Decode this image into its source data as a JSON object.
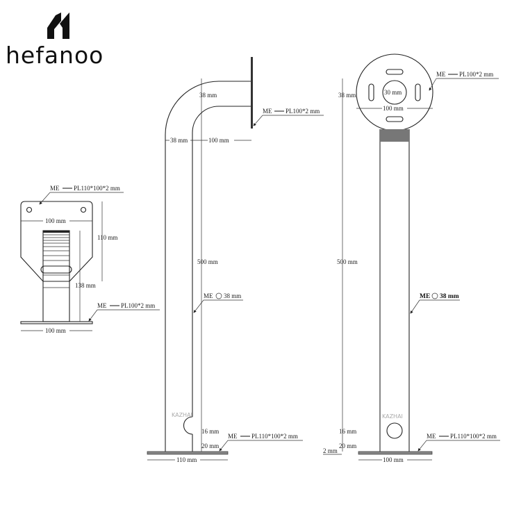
{
  "brand": {
    "name": "hefanoo"
  },
  "front_view": {
    "top_plate_label": "ME",
    "top_plate_spec": "PL110*100*2 mm",
    "width_label": "100 mm",
    "height_label": "110 mm",
    "pipe_height_label": "138 mm",
    "base_plate_label": "ME",
    "base_plate_spec": "PL100*2 mm",
    "base_width_label": "100 mm"
  },
  "side_view": {
    "bend_height_label": "38 mm",
    "pipe_offset_label": "38 mm",
    "arm_length_label": "100 mm",
    "plate_label": "ME",
    "plate_spec": "PL100*2 mm",
    "length_label": "500 mm",
    "pipe_label": "ME",
    "pipe_spec": "38 mm",
    "notch_label": "16 mm",
    "base_gap_label": "20 mm",
    "base_label": "ME",
    "base_spec": "PL110*100*2 mm",
    "base_width_label": "110 mm",
    "emblem": "KAZHAI"
  },
  "rear_view": {
    "top_label": "38 mm",
    "center_hole_label": "30 mm",
    "plate_diameter_label": "100 mm",
    "plate_label": "ME",
    "plate_spec": "PL100*2 mm",
    "length_label": "500 mm",
    "pipe_label": "ME",
    "pipe_spec": "38 mm",
    "hole_label": "16 mm",
    "base_gap_label": "20 mm",
    "thickness_label": "2 mm",
    "base_label": "ME",
    "base_spec": "PL110*100*2 mm",
    "base_width_label": "100 mm",
    "emblem": "KAZHAI"
  }
}
